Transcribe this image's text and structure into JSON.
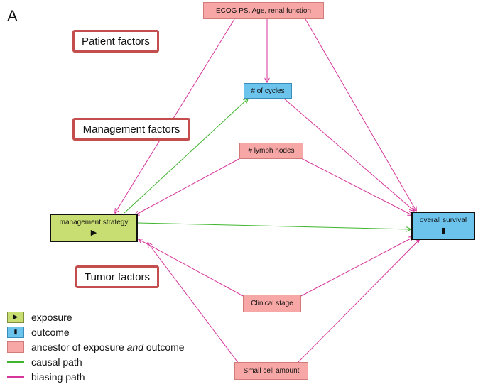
{
  "panel_label": "A",
  "factor_labels": {
    "patient": "Patient factors",
    "management": "Management factors",
    "tumor": "Tumor factors"
  },
  "nodes": {
    "ecog": "ECOG PS, Age, renal function",
    "cycles": "# of cycles",
    "lymph": "# lymph nodes",
    "strategy": "management strategy",
    "survival": "overall survival",
    "stage": "Clinical stage",
    "smallcell": "Small cell amount"
  },
  "icons": {
    "exposure": "play-icon",
    "outcome": "bar-icon"
  },
  "colors": {
    "exposure": "#c9de72",
    "outcome": "#6cc3ec",
    "ancestor": "#f7a7a5",
    "causal": "#3fb52e",
    "biasing": "#d6369a"
  },
  "edges": [
    {
      "from": "ecog",
      "to": "cycles",
      "type": "biasing"
    },
    {
      "from": "ecog",
      "to": "strategy",
      "type": "biasing"
    },
    {
      "from": "ecog",
      "to": "survival",
      "type": "biasing"
    },
    {
      "from": "strategy",
      "to": "cycles",
      "type": "causal"
    },
    {
      "from": "cycles",
      "to": "survival",
      "type": "biasing"
    },
    {
      "from": "lymph",
      "to": "strategy",
      "type": "biasing"
    },
    {
      "from": "lymph",
      "to": "survival",
      "type": "biasing"
    },
    {
      "from": "strategy",
      "to": "survival",
      "type": "causal"
    },
    {
      "from": "stage",
      "to": "strategy",
      "type": "biasing"
    },
    {
      "from": "stage",
      "to": "survival",
      "type": "biasing"
    },
    {
      "from": "smallcell",
      "to": "strategy",
      "type": "biasing"
    },
    {
      "from": "smallcell",
      "to": "survival",
      "type": "biasing"
    }
  ],
  "legend": {
    "exposure": "exposure",
    "outcome": "outcome",
    "ancestor_pre": "ancestor of exposure ",
    "ancestor_and": "and",
    "ancestor_post": " outcome",
    "causal": "causal path",
    "biasing": "biasing path"
  }
}
